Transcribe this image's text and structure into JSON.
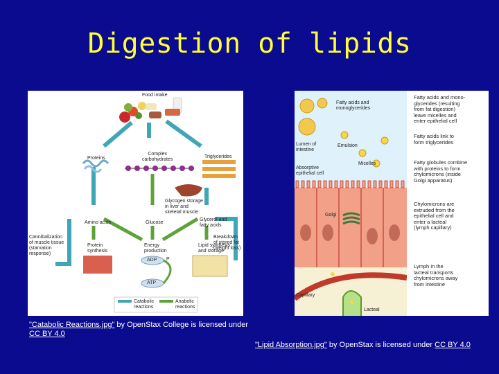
{
  "slide": {
    "title": "Digestion of lipids"
  },
  "catabolic_figure": {
    "labels": {
      "food_intake": "Food intake",
      "complex_carbohydrates": "Complex\ncarbohydrates",
      "proteins": "Proteins",
      "triglycerides": "Triglycerides",
      "glycogen_storage": "Glycogen storage\nin liver and\nskeletal muscle",
      "amino_acids": "Amino acids",
      "glucose": "Glucose",
      "glycerol_fatty_acids": "Glycerol and\nfatty acids",
      "cannibalization": "Cannibalization\nof muscle tissue\n(starvation\nresponse)",
      "protein_synthesis": "Protein\nsynthesis",
      "energy_production": "Energy\nproduction",
      "lipid_synthesis": "Lipid synthesis\nand storage",
      "breakdown_stored_fat": "Breakdown\nof stored fat\n(weight loss)",
      "adp": "ADP",
      "atp": "ATP",
      "p": "P",
      "catabolic_reactions": "Catabolic\nreactions",
      "anabolic_reactions": "Anabolic\nreactions"
    }
  },
  "absorption_figure": {
    "labels": {
      "fatty_acids_monoglycerides": "Fatty acids and\nmonoglycerides",
      "lumen": "Lumen of\nintestine",
      "emulsion": "Emulsion",
      "micelles": "Micelles",
      "absorptive_cell": "Absorptive\nepithelial cell",
      "golgi": "Golgi",
      "capillary": "Capillary",
      "lacteal": "Lacteal"
    },
    "callouts": [
      "Fatty acids and mono-\nglycerides (resulting\nfrom fat digestion)\nleave micelles and\nenter epithelial cell",
      "Fatty acids link to\nform triglycerides",
      "Fatty globules combine\nwith proteins to form\nchylomicrons (inside\nGolgi apparatus)",
      "Chylomicrons are\nextruded from the\nepithelial cell and\nenter a lacteal\n(lymph capillary)",
      "Lymph in the\nlacteal transports\nchylomicrons away\nfrom intestine"
    ]
  },
  "captions": {
    "left": {
      "link": "\"Catabolic Reactions.jpg\"",
      "middle": " by OpenStax College is licensed under ",
      "license": "CC BY 4.0"
    },
    "right": {
      "link": "\"Lipid Absorption.jpg\"",
      "middle": " by OpenStax is licensed under ",
      "license": "CC BY 4.0"
    }
  }
}
